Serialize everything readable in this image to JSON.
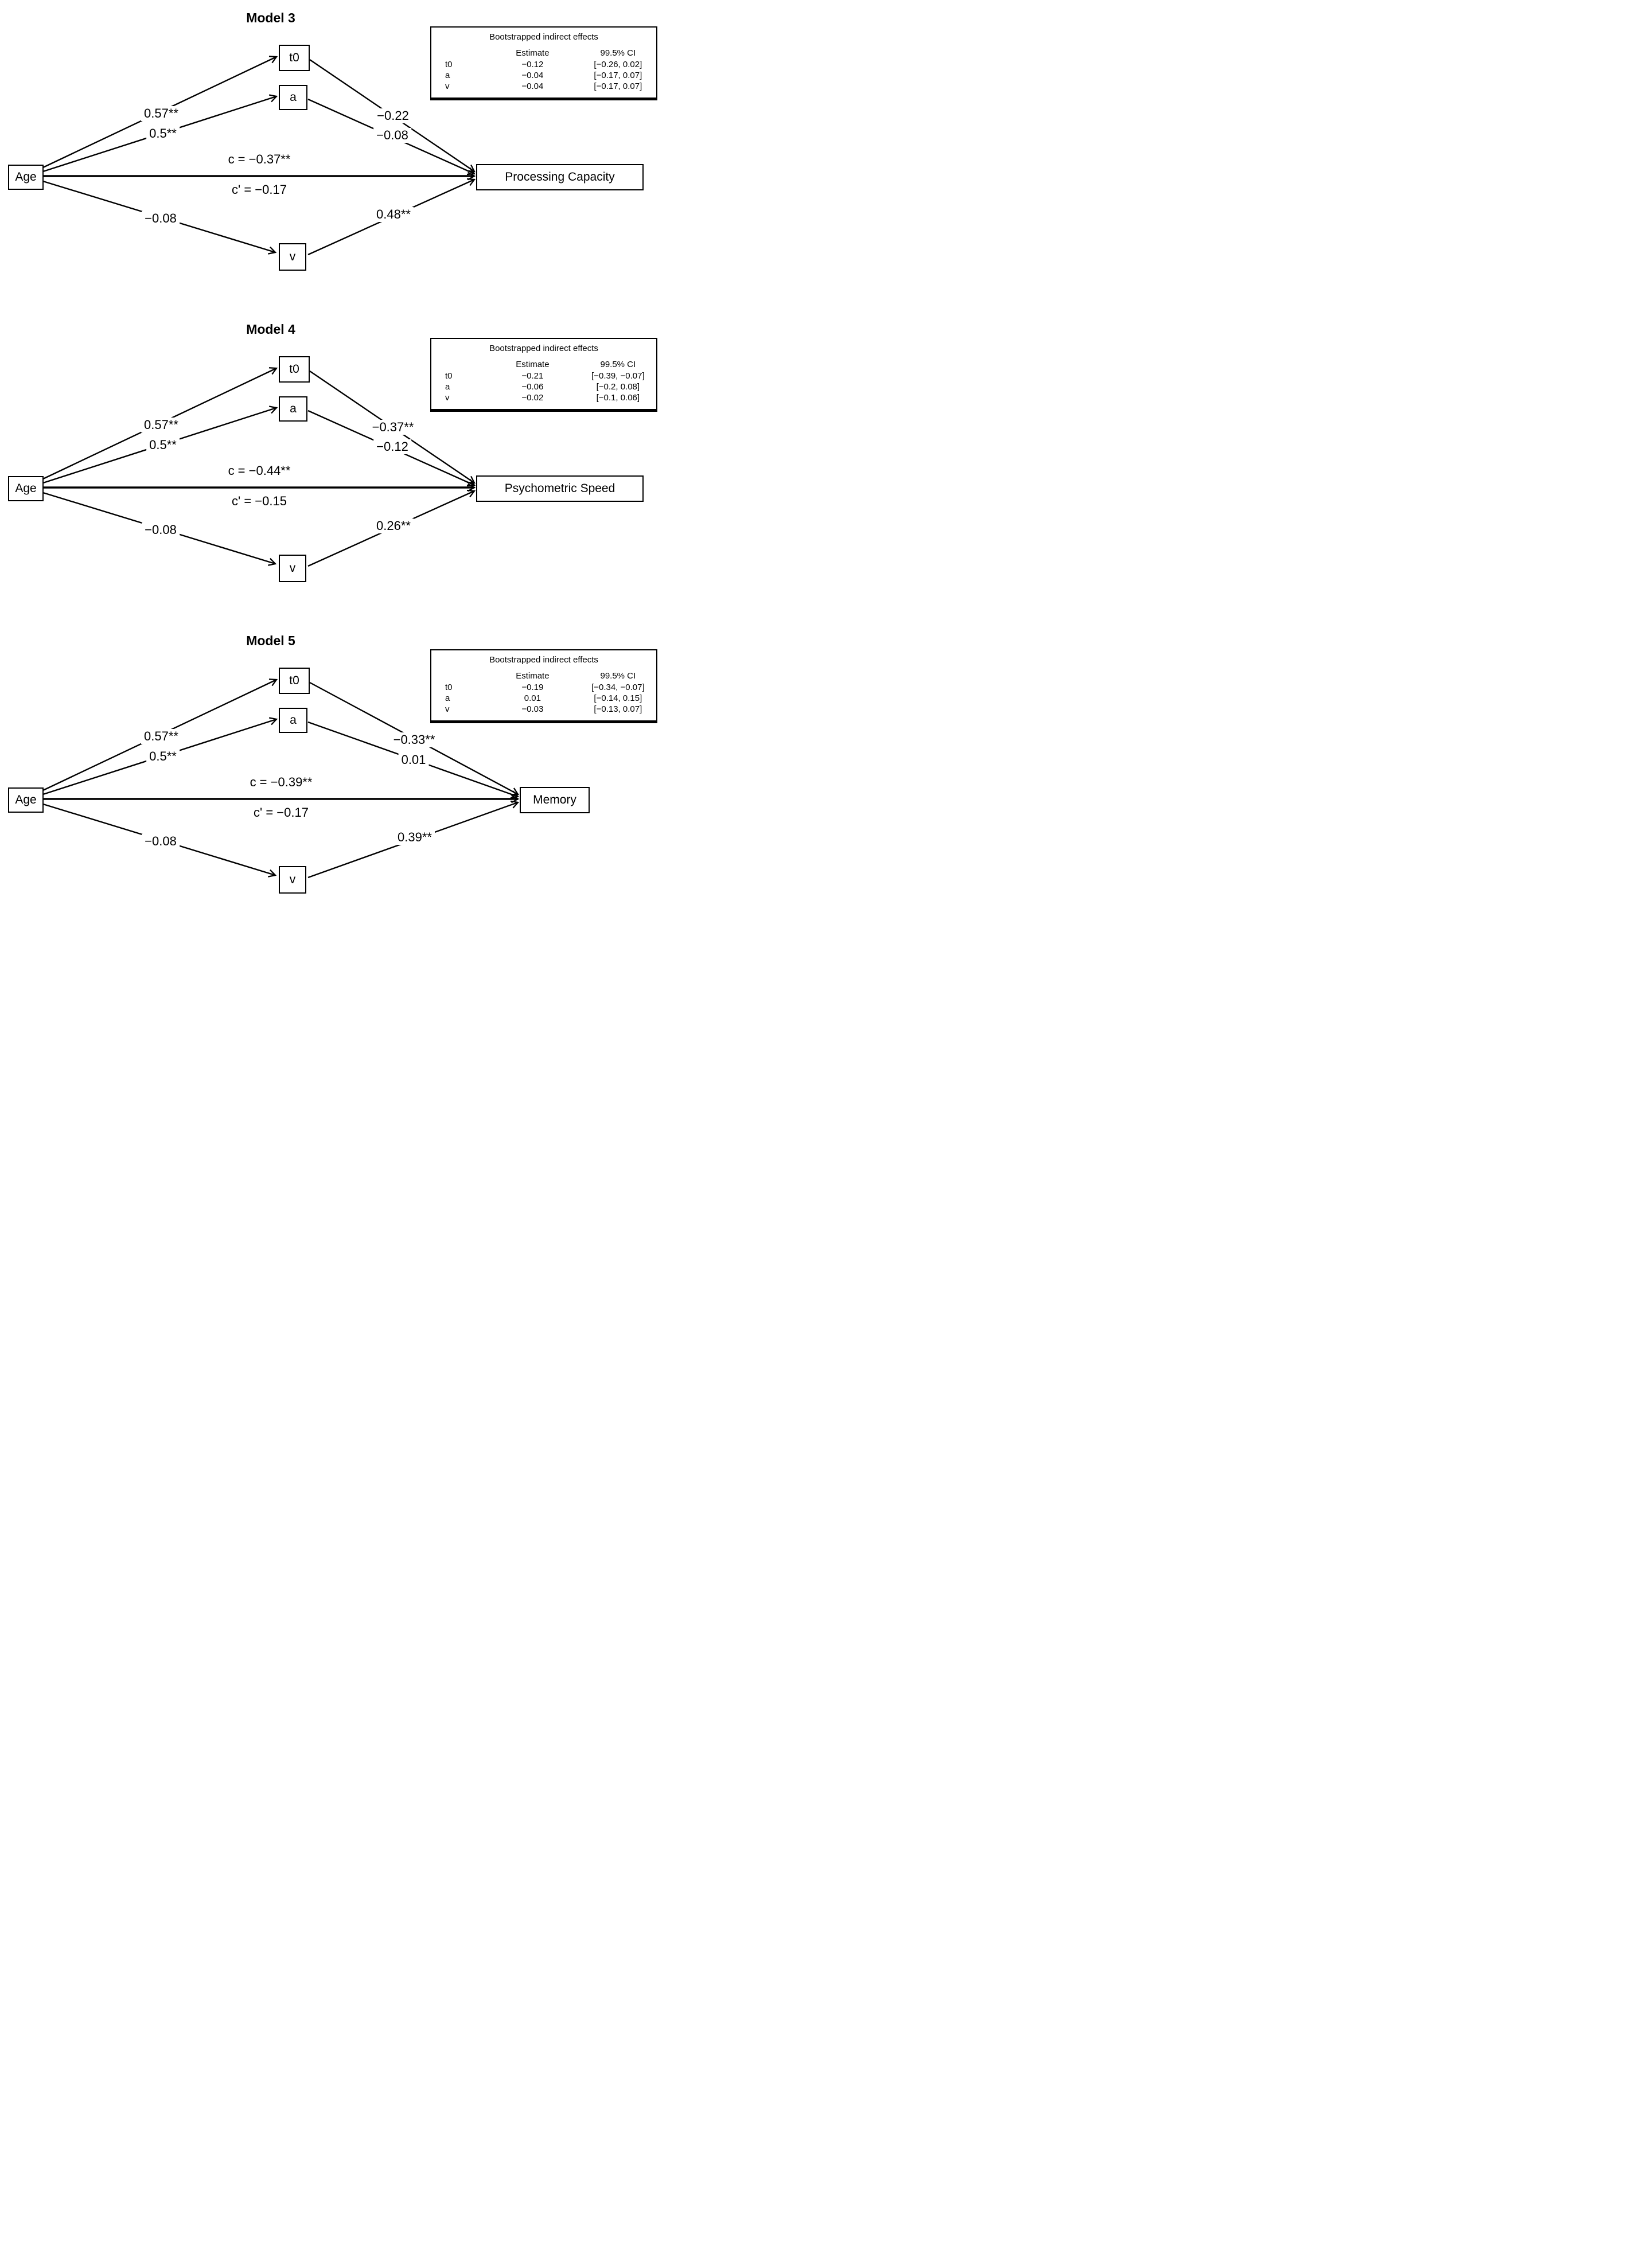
{
  "page": {
    "background": "#FFFFFF",
    "ink": "#000000"
  },
  "models": [
    {
      "title": "Model 3",
      "nodes": {
        "predictor": "Age",
        "mediator_top": "t0",
        "mediator_middle": "a",
        "mediator_bottom": "v",
        "outcome": "Processing Capacity"
      },
      "paths": {
        "predictor_to_mediator_top": "0.57**",
        "predictor_to_mediator_middle": "0.5**",
        "predictor_to_mediator_bottom": "−0.08",
        "mediator_top_to_outcome": "−0.22",
        "mediator_middle_to_outcome": "−0.08",
        "mediator_bottom_to_outcome": "0.48**",
        "total_effect": "c = −0.37**",
        "direct_effect": "c' = −0.17"
      },
      "table": {
        "title": "Bootstrapped indirect effects",
        "estimate_header": "Estimate",
        "ci_header": "99.5% CI",
        "rows": [
          {
            "label": "t0",
            "estimate": "−0.12",
            "ci": "[−0.26, 0.02]"
          },
          {
            "label": "a",
            "estimate": "−0.04",
            "ci": "[−0.17, 0.07]"
          },
          {
            "label": "v",
            "estimate": "−0.04",
            "ci": "[−0.17, 0.07]"
          }
        ]
      }
    },
    {
      "title": "Model 4",
      "nodes": {
        "predictor": "Age",
        "mediator_top": "t0",
        "mediator_middle": "a",
        "mediator_bottom": "v",
        "outcome": "Psychometric Speed"
      },
      "paths": {
        "predictor_to_mediator_top": "0.57**",
        "predictor_to_mediator_middle": "0.5**",
        "predictor_to_mediator_bottom": "−0.08",
        "mediator_top_to_outcome": "−0.37**",
        "mediator_middle_to_outcome": "−0.12",
        "mediator_bottom_to_outcome": "0.26**",
        "total_effect": "c = −0.44**",
        "direct_effect": "c' = −0.15"
      },
      "table": {
        "title": "Bootstrapped indirect effects",
        "estimate_header": "Estimate",
        "ci_header": "99.5% CI",
        "rows": [
          {
            "label": "t0",
            "estimate": "−0.21",
            "ci": "[−0.39, −0.07]"
          },
          {
            "label": "a",
            "estimate": "−0.06",
            "ci": "[−0.2, 0.08]"
          },
          {
            "label": "v",
            "estimate": "−0.02",
            "ci": "[−0.1, 0.06]"
          }
        ]
      }
    },
    {
      "title": "Model 5",
      "nodes": {
        "predictor": "Age",
        "mediator_top": "t0",
        "mediator_middle": "a",
        "mediator_bottom": "v",
        "outcome": "Memory"
      },
      "paths": {
        "predictor_to_mediator_top": "0.57**",
        "predictor_to_mediator_middle": "0.5**",
        "predictor_to_mediator_bottom": "−0.08",
        "mediator_top_to_outcome": "−0.33**",
        "mediator_middle_to_outcome": "0.01",
        "mediator_bottom_to_outcome": "0.39**",
        "total_effect": "c = −0.39**",
        "direct_effect": "c' = −0.17"
      },
      "table": {
        "title": "Bootstrapped indirect effects",
        "estimate_header": "Estimate",
        "ci_header": "99.5% CI",
        "rows": [
          {
            "label": "t0",
            "estimate": "−0.19",
            "ci": "[−0.34, −0.07]"
          },
          {
            "label": "a",
            "estimate": "0.01",
            "ci": "[−0.14, 0.15]"
          },
          {
            "label": "v",
            "estimate": "−0.03",
            "ci": "[−0.13, 0.07]"
          }
        ]
      }
    }
  ]
}
